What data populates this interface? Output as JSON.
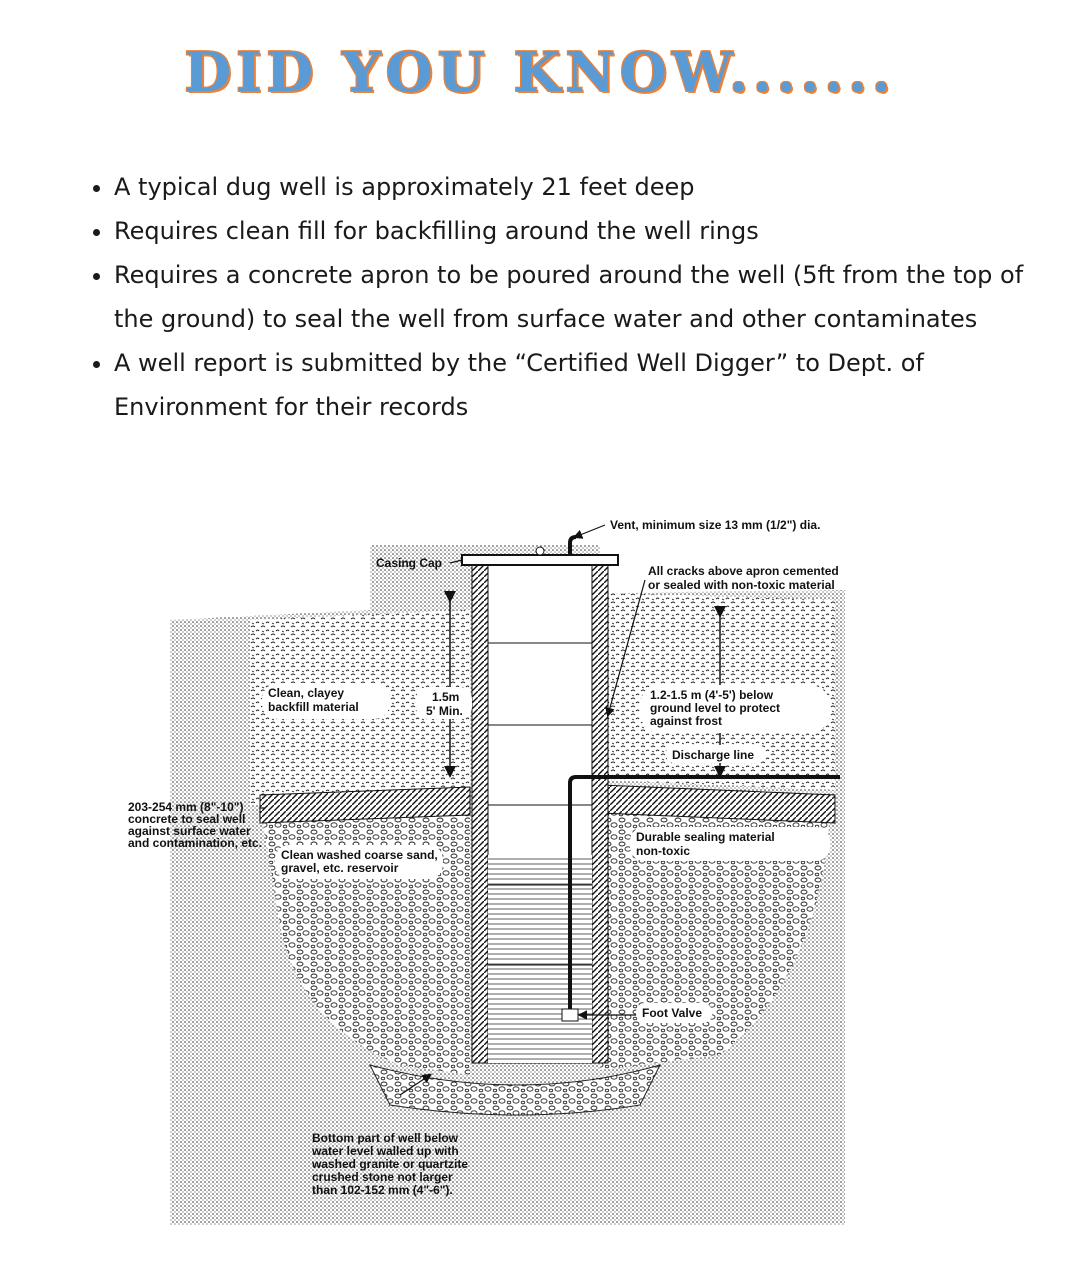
{
  "title": "DID YOU KNOW.......",
  "facts": [
    "A typical dug well is approximately 21 feet deep",
    "Requires clean fill for backfilling around the well rings",
    "Requires a concrete apron to be poured around the well (5ft from the top of the ground) to seal the well from surface water and other contaminates",
    "A well report is submitted by the “Certified Well Digger” to Dept. of Environment for their records"
  ],
  "diagram": {
    "labels": {
      "vent": "Vent, minimum size 13 mm (1/2\") dia.",
      "casing_cap": "Casing Cap",
      "cracks_1": "All cracks above apron cemented",
      "cracks_2": "or sealed with non-toxic material",
      "backfill_1": "Clean, clayey",
      "backfill_2": "backfill material",
      "depth_1": "1.5m",
      "depth_2": "5' Min.",
      "frost_1": "1.2-1.5 m (4'-5') below",
      "frost_2": "ground level to protect",
      "frost_3": "against frost",
      "discharge": "Discharge line",
      "concrete_1": "203-254 mm (8\"-10\")",
      "concrete_2": "concrete to seal well",
      "concrete_3": "against surface water",
      "concrete_4": "and contamination, etc.",
      "sealing_1": "Durable sealing material",
      "sealing_2": "non-toxic",
      "sand_1": "Clean washed coarse sand,",
      "sand_2": "gravel, etc. reservoir",
      "foot_valve": "Foot Valve",
      "bottom_1": "Bottom part of well below",
      "bottom_2": "water level walled up with",
      "bottom_3": "washed granite or quartzite",
      "bottom_4": "crushed stone not larger",
      "bottom_5": "than 102-152 mm (4\"-6\")."
    }
  }
}
